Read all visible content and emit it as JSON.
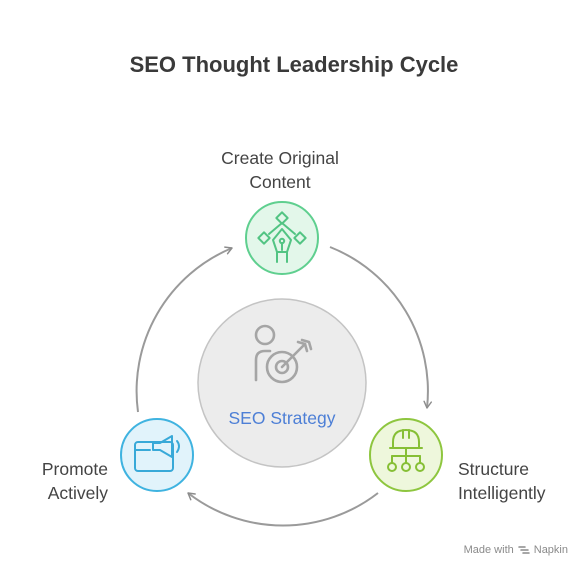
{
  "title": "SEO Thought Leadership Cycle",
  "center": {
    "label": "SEO Strategy",
    "icon": "person-target-icon"
  },
  "steps": [
    {
      "lines": [
        "Create Original",
        "Content"
      ],
      "icon": "pen-nib-icon",
      "color": "#5fcf8f",
      "fill": "#e3f7ea"
    },
    {
      "lines": [
        "Structure",
        "Intelligently"
      ],
      "icon": "hierarchy-icon",
      "color": "#8ec63f",
      "fill": "#eef7dc"
    },
    {
      "lines": [
        "Promote",
        "Actively"
      ],
      "icon": "megaphone-icon",
      "color": "#3fb3e0",
      "fill": "#e1f3fb"
    }
  ],
  "footer": {
    "made_with": "Made with",
    "brand": "Napkin"
  }
}
